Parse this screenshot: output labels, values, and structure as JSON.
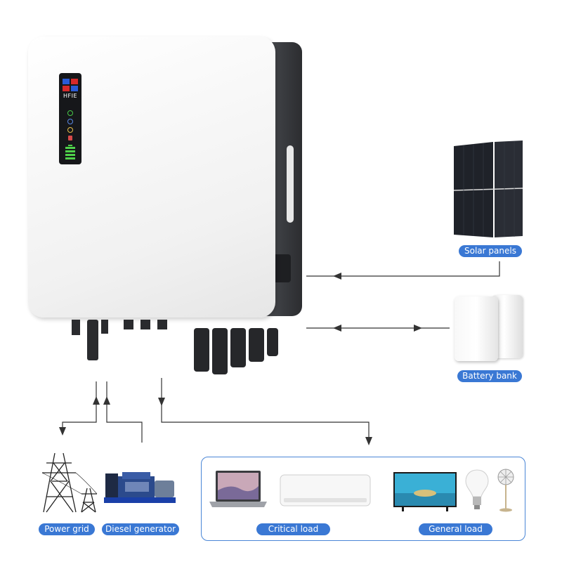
{
  "colors": {
    "label_bg": "#3a78d4",
    "line": "#333333",
    "box_border": "#4a86d6",
    "inverter_body": "#f6f6f6",
    "inverter_side": "#4b4d52",
    "panel": "#1f2229",
    "led_green": "#4fd14a"
  },
  "inverter": {
    "brand": "HFIE",
    "icons": [
      "power-icon",
      "grid-icon",
      "sun-icon",
      "battery-status-icon"
    ]
  },
  "labels": {
    "solar": "Solar panels",
    "battery": "Battery bank",
    "grid": "Power grid",
    "generator": "Diesel generator",
    "critical": "Critical load",
    "general": "General load"
  }
}
